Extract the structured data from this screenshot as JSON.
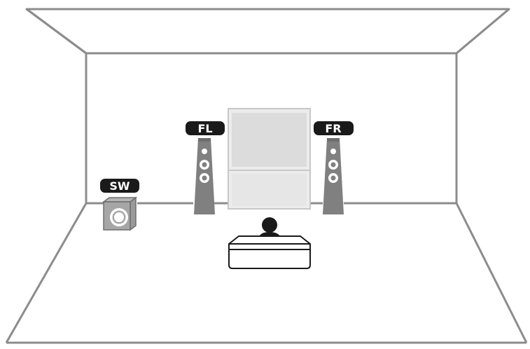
{
  "speakers": {
    "front_left": {
      "label": "FL"
    },
    "front_right": {
      "label": "FR"
    },
    "subwoofer": {
      "label": "SW"
    }
  },
  "colors": {
    "wall_line": "#8c8c8c",
    "speaker_body": "#808080",
    "driver_ring": "#ffffff",
    "screen_fill": "#e6e6e6",
    "label_bg": "#1a1a1a",
    "label_text": "#ffffff",
    "listener": "#1a1a1a"
  },
  "icons": {
    "front_left": "tower-speaker-icon",
    "front_right": "tower-speaker-icon",
    "subwoofer": "subwoofer-icon",
    "screen": "tv-screen-icon",
    "listener": "person-on-sofa-icon"
  }
}
